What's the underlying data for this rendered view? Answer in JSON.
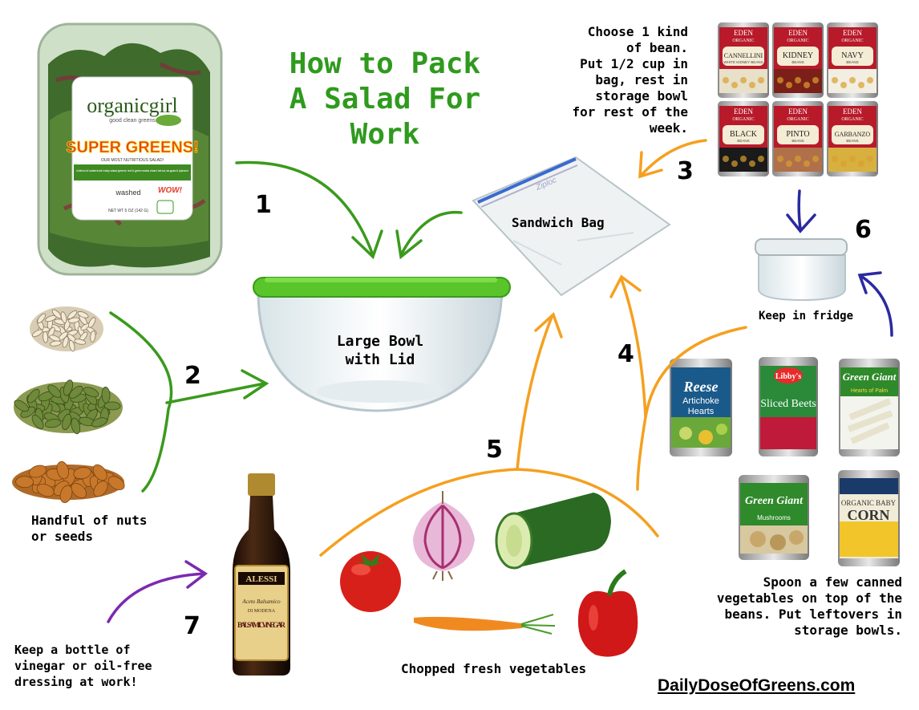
{
  "title": "How to Pack\nA Salad For\nWork",
  "steps": [
    "1",
    "2",
    "3",
    "4",
    "5",
    "6",
    "7"
  ],
  "labels": {
    "bowl": "Large Bowl\nwith Lid",
    "bag": "Sandwich Bag",
    "beans_note": "Choose 1 kind\nof bean.\nPut 1/2 cup in\nbag, rest in\nstorage bowl\nfor rest of the\nweek.",
    "fridge": "Keep in fridge",
    "nuts": "Handful of nuts\nor seeds",
    "canned_note": "Spoon a few canned\nvegetables on top of the\nbeans. Put leftovers in\nstorage bowls.",
    "vegetables": "Chopped fresh vegetables",
    "vinegar_note": "Keep a bottle of\nvinegar or oil-free\ndressing at work!",
    "site": "DailyDoseOfGreens.com"
  },
  "products": {
    "greens_brand": "organicgirl",
    "greens_tagline": "good clean greens",
    "greens_name": "SUPER GREENS!",
    "greens_sub": "OUR MOST NUTRITIOUS SALAD!",
    "greens_desc": "A blend of nutrient-rich baby salad greens: red & green swiss chard, tat soi, arugula & spinach",
    "greens_washed": "washed",
    "greens_wow": "WOW!",
    "greens_weight": "NET WT 5 OZ (142 G)",
    "bag_brand": "Ziploc",
    "bean_brand": "EDEN",
    "bean_brand_sub": "ORGANIC",
    "bean_cans": [
      {
        "name": "CANNELLINI",
        "sub": "WHITE KIDNEY BEANS"
      },
      {
        "name": "KIDNEY",
        "sub": "BEANS"
      },
      {
        "name": "NAVY",
        "sub": "BEANS"
      },
      {
        "name": "BLACK",
        "sub": "BEANS"
      },
      {
        "name": "PINTO",
        "sub": "BEANS"
      },
      {
        "name": "GARBANZO",
        "sub": "BEANS"
      }
    ],
    "canned": [
      {
        "brand": "Reese",
        "name": "Artichoke Hearts"
      },
      {
        "brand": "Libby's",
        "name": "Sliced Beets"
      },
      {
        "brand": "Green Giant",
        "name": "Hearts of Palm"
      },
      {
        "brand": "Green Giant",
        "name": "Mushrooms"
      },
      {
        "brand": "ORGANIC BABY",
        "name": "CORN"
      }
    ],
    "vinegar_brand": "ALESSI",
    "vinegar_name": "BALSAMIC VINEGAR",
    "vinegar_italian": "Aceto Balsamico",
    "vinegar_origin": "DI MODENA"
  },
  "colors": {
    "green": "#3a9a1c",
    "orange": "#f5a020",
    "navy": "#2a2aa0",
    "purple": "#7a2ab0",
    "title": "#2f9a1e"
  }
}
